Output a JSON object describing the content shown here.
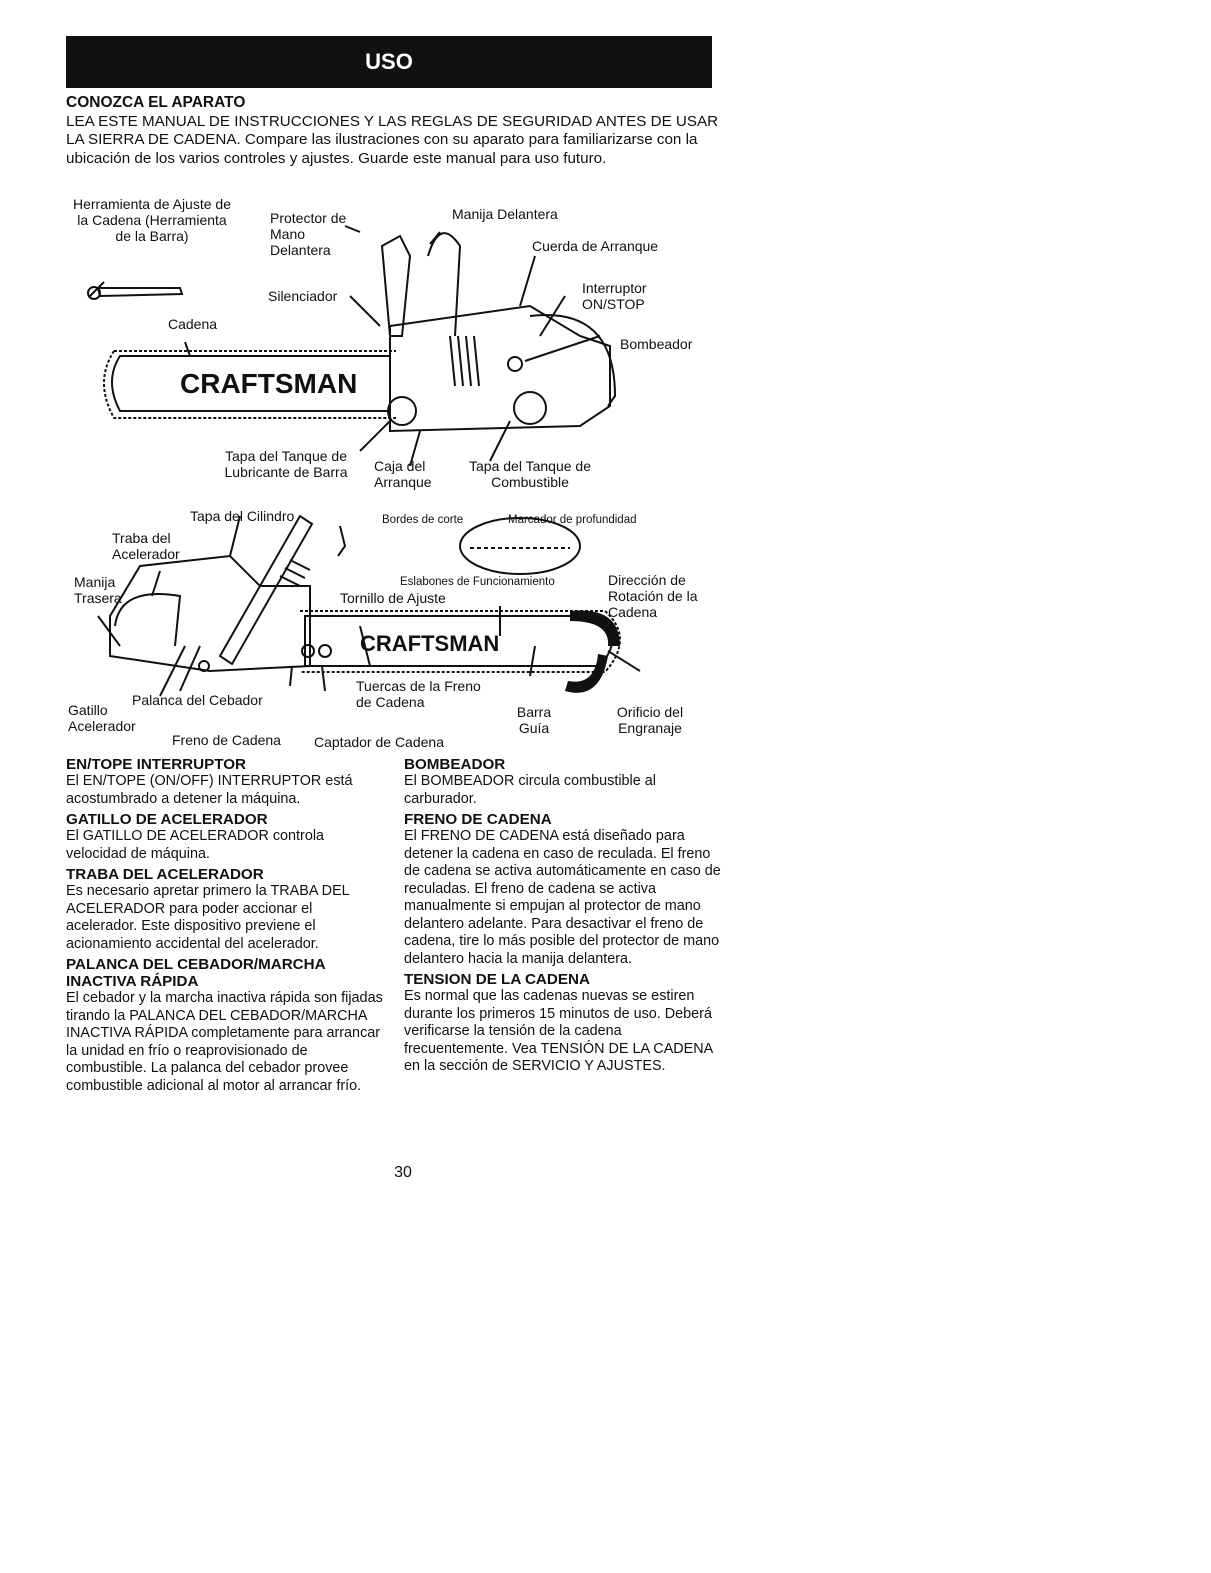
{
  "header": {
    "title": "USO"
  },
  "intro": {
    "heading": "CONOZCA EL APARATO",
    "text": "LEA ESTE MANUAL DE INSTRUCCIONES Y LAS REGLAS DE SEGURIDAD ANTES DE USAR LA SIERRA DE CADENA. Compare las ilustraciones con su aparato para familiarizarse con la ubicación de los varios controles y ajustes. Guarde este manual para uso futuro."
  },
  "diagram_top": {
    "labels": {
      "tool": "Herramienta de Ajuste de la Cadena (Herramienta de la Barra)",
      "hand_guard": "Protector de Mano Delantera",
      "front_handle": "Manija Delantera",
      "starter_rope": "Cuerda de Arranque",
      "switch": "Interruptor ON/STOP",
      "muffler": "Silenciador",
      "chain": "Cadena",
      "primer": "Bombeador",
      "oil_cap": "Tapa del Tanque de Lubricante de Barra",
      "starter_housing": "Caja del Arranque",
      "fuel_cap": "Tapa del Tanque de Combustible"
    },
    "brand": "CRAFTSMAN"
  },
  "diagram_bottom": {
    "labels": {
      "cylinder_cover": "Tapa del Cilindro",
      "throttle_lockout": "Traba del Acelerador",
      "rear_handle": "Manija Trasera",
      "cutting_edges": "Bordes de corte",
      "depth_gauge": "Marcador de profundidad",
      "drive_links": "Eslabones de Funcionamiento",
      "adjust_screw": "Tornillo de Ajuste",
      "rotation": "Dirección de Rotación de la Cadena",
      "bar_nuts": "Tuercas de la Freno de Cadena",
      "trigger": "Gatillo Acelerador",
      "choke": "Palanca del Cebador",
      "guide_bar": "Barra Guía",
      "sprocket_hole": "Orificio del Engranaje",
      "chain_brake": "Freno de Cadena",
      "chain_catcher": "Captador de Cadena"
    },
    "brand": "CRAFTSMAN"
  },
  "left_column": [
    {
      "title": "EN/TOPE INTERRUPTOR",
      "body": "El EN/TOPE (ON/OFF) INTERRUPTOR está acostumbrado a detener la máquina."
    },
    {
      "title": "GATILLO DE ACELERADOR",
      "body": "El GATILLO DE ACELERADOR controla velocidad de máquina."
    },
    {
      "title": "TRABA DEL ACELERADOR",
      "body": "Es necesario apretar primero la TRABA DEL ACELERADOR para poder accionar el acelerador. Este dispositivo previene el acionamiento accidental del acelerador."
    },
    {
      "title": "PALANCA DEL CEBADOR/MARCHA INACTIVA RÁPIDA",
      "body": "El cebador y la marcha inactiva rápida son fijadas tirando la PALANCA DEL CEBADOR/MARCHA INACTIVA RÁPIDA completamente para arrancar la unidad en frío o reaprovisionado de combustible. La palanca del cebador provee combustible adicional al motor al arrancar frío."
    }
  ],
  "right_column": [
    {
      "title": "BOMBEADOR",
      "body": "El BOMBEADOR circula combustible al carburador."
    },
    {
      "title": "FRENO DE CADENA",
      "body": "El FRENO DE CADENA está diseñado para detener la cadena en caso de reculada. El freno de cadena se activa automáticamente en caso de reculadas. El freno de cadena se activa manualmente si empujan al protector de mano delantero adelante. Para desactivar el freno de cadena, tire lo más posible del protector de mano delantero hacia la manija delantera."
    },
    {
      "title": "TENSION DE LA CADENA",
      "body": "Es normal que las cadenas nuevas se estiren durante los primeros 15 minutos de uso. Deberá verificarse la tensión de la cadena frecuentemente. Vea TENSIÓN DE LA CADENA en la sección de SERVICIO Y AJUSTES."
    }
  ],
  "page_number": "30"
}
